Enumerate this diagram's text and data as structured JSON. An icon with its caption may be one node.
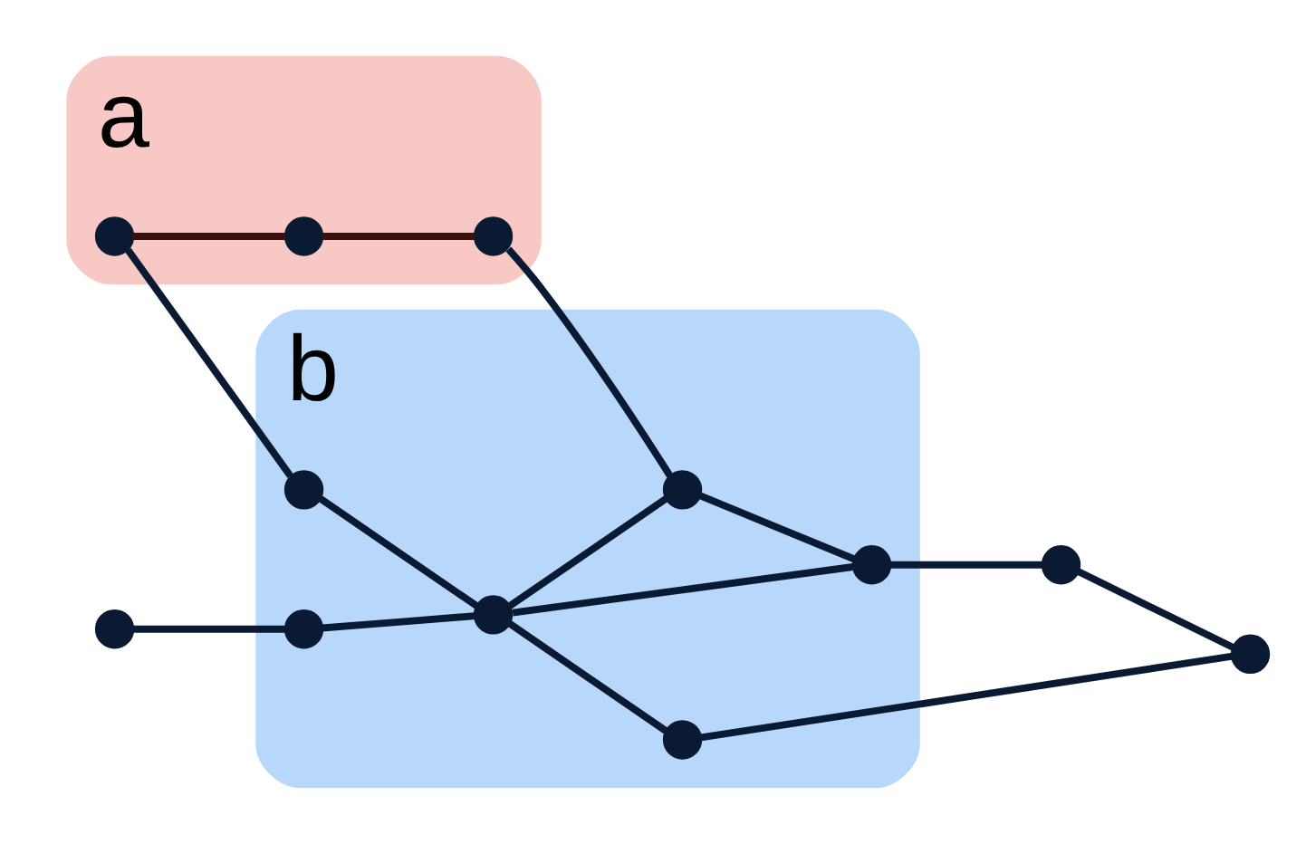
{
  "diagram": {
    "nodes": [
      {
        "text": [
          "a"
        ]
      },
      {
        "text": [],
        "shape": "circle",
        "in": 0
      },
      {
        "text": [],
        "shape": "circle",
        "in": 0
      },
      {
        "text": [],
        "shape": "circle",
        "in": 0
      },
      {
        "text": [
          "b"
        ]
      },
      {
        "text": [],
        "shape": "circle",
        "in": 4
      },
      {
        "text": [],
        "shape": "circle",
        "in": 4
      },
      {
        "text": [],
        "shape": "circle",
        "in": 4
      },
      {
        "text": [],
        "shape": "circle",
        "in": 4
      },
      {
        "text": [],
        "shape": "circle",
        "in": 4
      },
      {
        "text": [],
        "shape": "circle",
        "in": 4
      },
      {
        "text": [],
        "shape": "circle"
      },
      {
        "text": [],
        "shape": "circle"
      },
      {
        "text": [],
        "shape": "circle"
      }
    ],
    "edges": [
      {
        "from": 1,
        "to": 2,
        "arrow": "none",
        "color": "#3a1010"
      },
      {
        "from": 2,
        "to": 3,
        "arrow": "none",
        "color": "#3a1010"
      },
      {
        "from": 1,
        "to": 5,
        "arrow": "none"
      },
      {
        "from": 3,
        "to": 9,
        "arrow": "none"
      },
      {
        "from": 11,
        "to": 6,
        "arrow": "none"
      },
      {
        "from": 5,
        "to": 7,
        "arrow": "none"
      },
      {
        "from": 6,
        "to": 7,
        "arrow": "none"
      },
      {
        "from": 7,
        "to": 8,
        "arrow": "none"
      },
      {
        "from": 7,
        "to": 9,
        "arrow": "none"
      },
      {
        "from": 7,
        "to": 10,
        "arrow": "none"
      },
      {
        "from": 9,
        "to": 10,
        "arrow": "none"
      },
      {
        "from": 10,
        "to": 13,
        "arrow": "none"
      },
      {
        "from": 8,
        "to": 12,
        "arrow": "none"
      },
      {
        "from": 13,
        "to": 12,
        "arrow": "none"
      }
    ]
  }
}
